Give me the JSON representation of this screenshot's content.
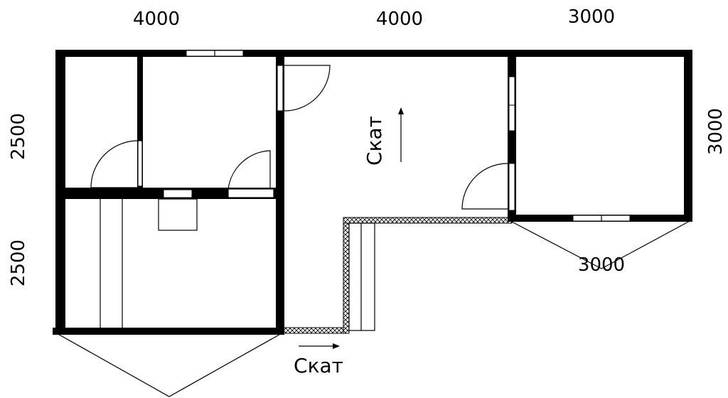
{
  "dimensions": {
    "top_left": "4000",
    "top_middle": "4000",
    "top_right": "3000",
    "left_upper": "2500",
    "left_lower": "2500",
    "right": "3000",
    "right_lower": "3000"
  },
  "labels": {
    "slope_vertical": "Скат",
    "slope_bottom": "Скат"
  },
  "colors": {
    "wall": "#000000",
    "background": "#ffffff"
  }
}
